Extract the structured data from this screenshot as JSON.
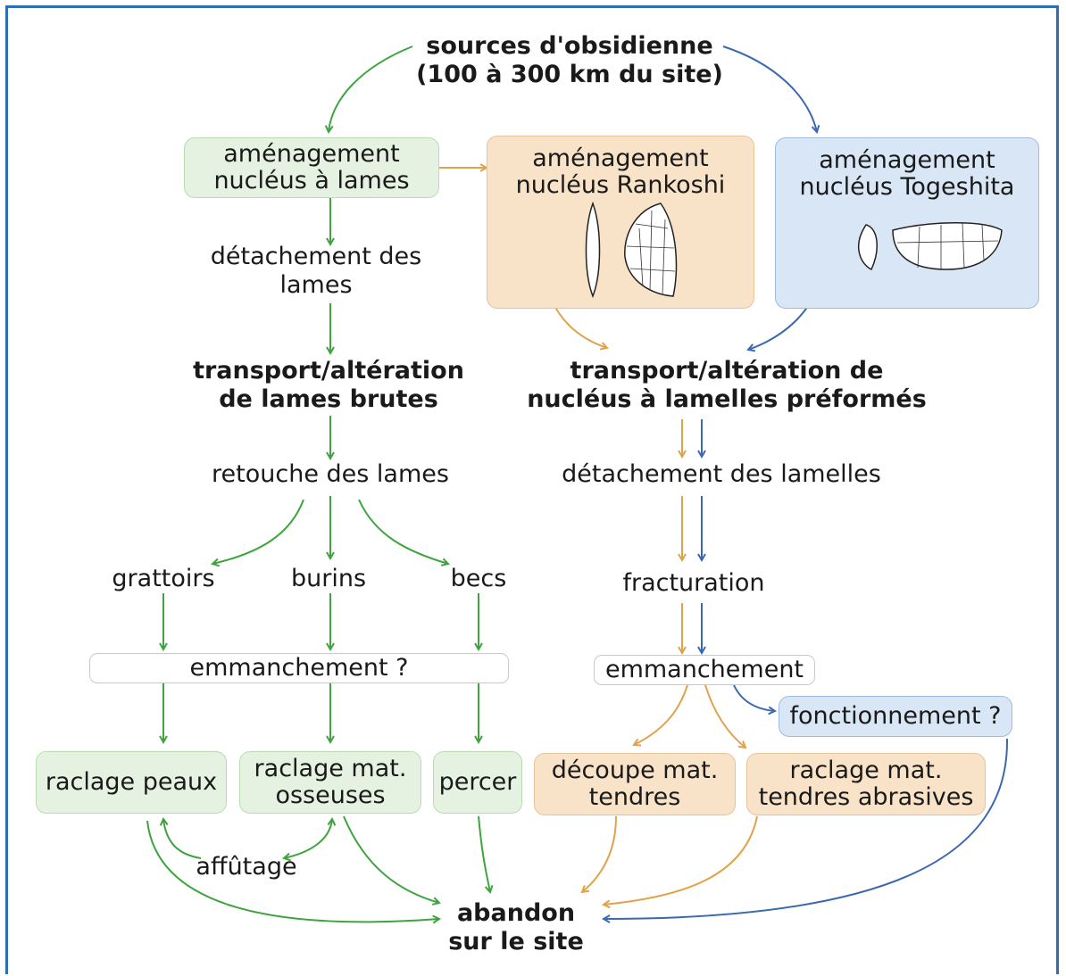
{
  "colors": {
    "green": "#3fa33f",
    "orange": "#e0a24a",
    "blue": "#3b68b0",
    "frame": "#2f6fb1"
  },
  "top": {
    "line1": "sources d'obsidienne",
    "line2": "(100 à 300 km du site)"
  },
  "left": {
    "prep": {
      "line1": "aménagement",
      "line2": "nucléus à lames"
    },
    "detach": {
      "line1": "détachement des",
      "line2": "lames"
    },
    "transport": {
      "line1": "transport/altération",
      "line2": "de lames brutes"
    },
    "retouch": "retouche des lames",
    "tools": {
      "scrapers": "grattoirs",
      "burins": "burins",
      "borers": "becs"
    },
    "hafting": "emmanchement ?",
    "uses": {
      "hides": "raclage peaux",
      "bone": {
        "line1": "raclage mat.",
        "line2": "osseuses"
      },
      "pierce": "percer"
    },
    "sharpen": "affûtage"
  },
  "rankoshi": {
    "line1": "aménagement",
    "line2": "nucléus Rankoshi"
  },
  "togeshita": {
    "line1": "aménagement",
    "line2": "nucléus Togeshita"
  },
  "right": {
    "transport": {
      "line1": "transport/altération de",
      "line2": "nucléus à lamelles préformés"
    },
    "detach": "détachement des lamelles",
    "fracture": "fracturation",
    "hafting": "emmanchement",
    "function": "fonctionnement ?",
    "uses": {
      "cut": {
        "line1": "découpe mat.",
        "line2": "tendres"
      },
      "abrasive": {
        "line1": "raclage mat.",
        "line2": "tendres abrasives"
      }
    }
  },
  "bottom": {
    "line1": "abandon",
    "line2": "sur le site"
  }
}
